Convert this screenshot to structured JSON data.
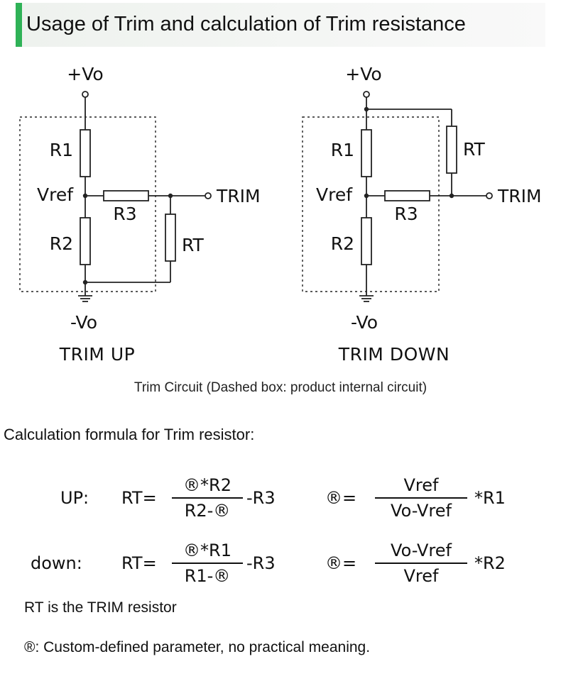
{
  "header": {
    "title": "Usage of Trim and calculation of Trim resistance",
    "accent_color": "#2fb257"
  },
  "diagram": {
    "left": {
      "vplus": "+Vo",
      "r1": "R1",
      "vref": "Vref",
      "r3": "R3",
      "r2": "R2",
      "rt": "RT",
      "trim": "TRIM",
      "vminus": "-Vo",
      "title": "TRIM UP"
    },
    "right": {
      "vplus": "+Vo",
      "r1": "R1",
      "vref": "Vref",
      "r3": "R3",
      "r2": "R2",
      "rt": "RT",
      "trim": "TRIM",
      "vminus": "-Vo",
      "title": "TRIM DOWN"
    },
    "caption": "Trim Circuit (Dashed box: product internal circuit)"
  },
  "formulas": {
    "intro": "Calculation formula for Trim resistor:",
    "up": {
      "label": "UP:",
      "lhs": "RT=",
      "num": "®*R2",
      "den": "R2-®",
      "tail": "-R3",
      "r_lhs": "®=",
      "r_num": "Vref",
      "r_den": "Vo-Vref",
      "r_tail": "*R1"
    },
    "down": {
      "label": "down:",
      "lhs": "RT=",
      "num": "®*R1",
      "den": "R1-®",
      "tail": "-R3",
      "r_lhs": "®=",
      "r_num": "Vo-Vref",
      "r_den": "Vref",
      "r_tail": "*R2"
    },
    "note_rt": "RT is the TRIM resistor",
    "note_r": "®: Custom-defined parameter, no practical meaning."
  }
}
